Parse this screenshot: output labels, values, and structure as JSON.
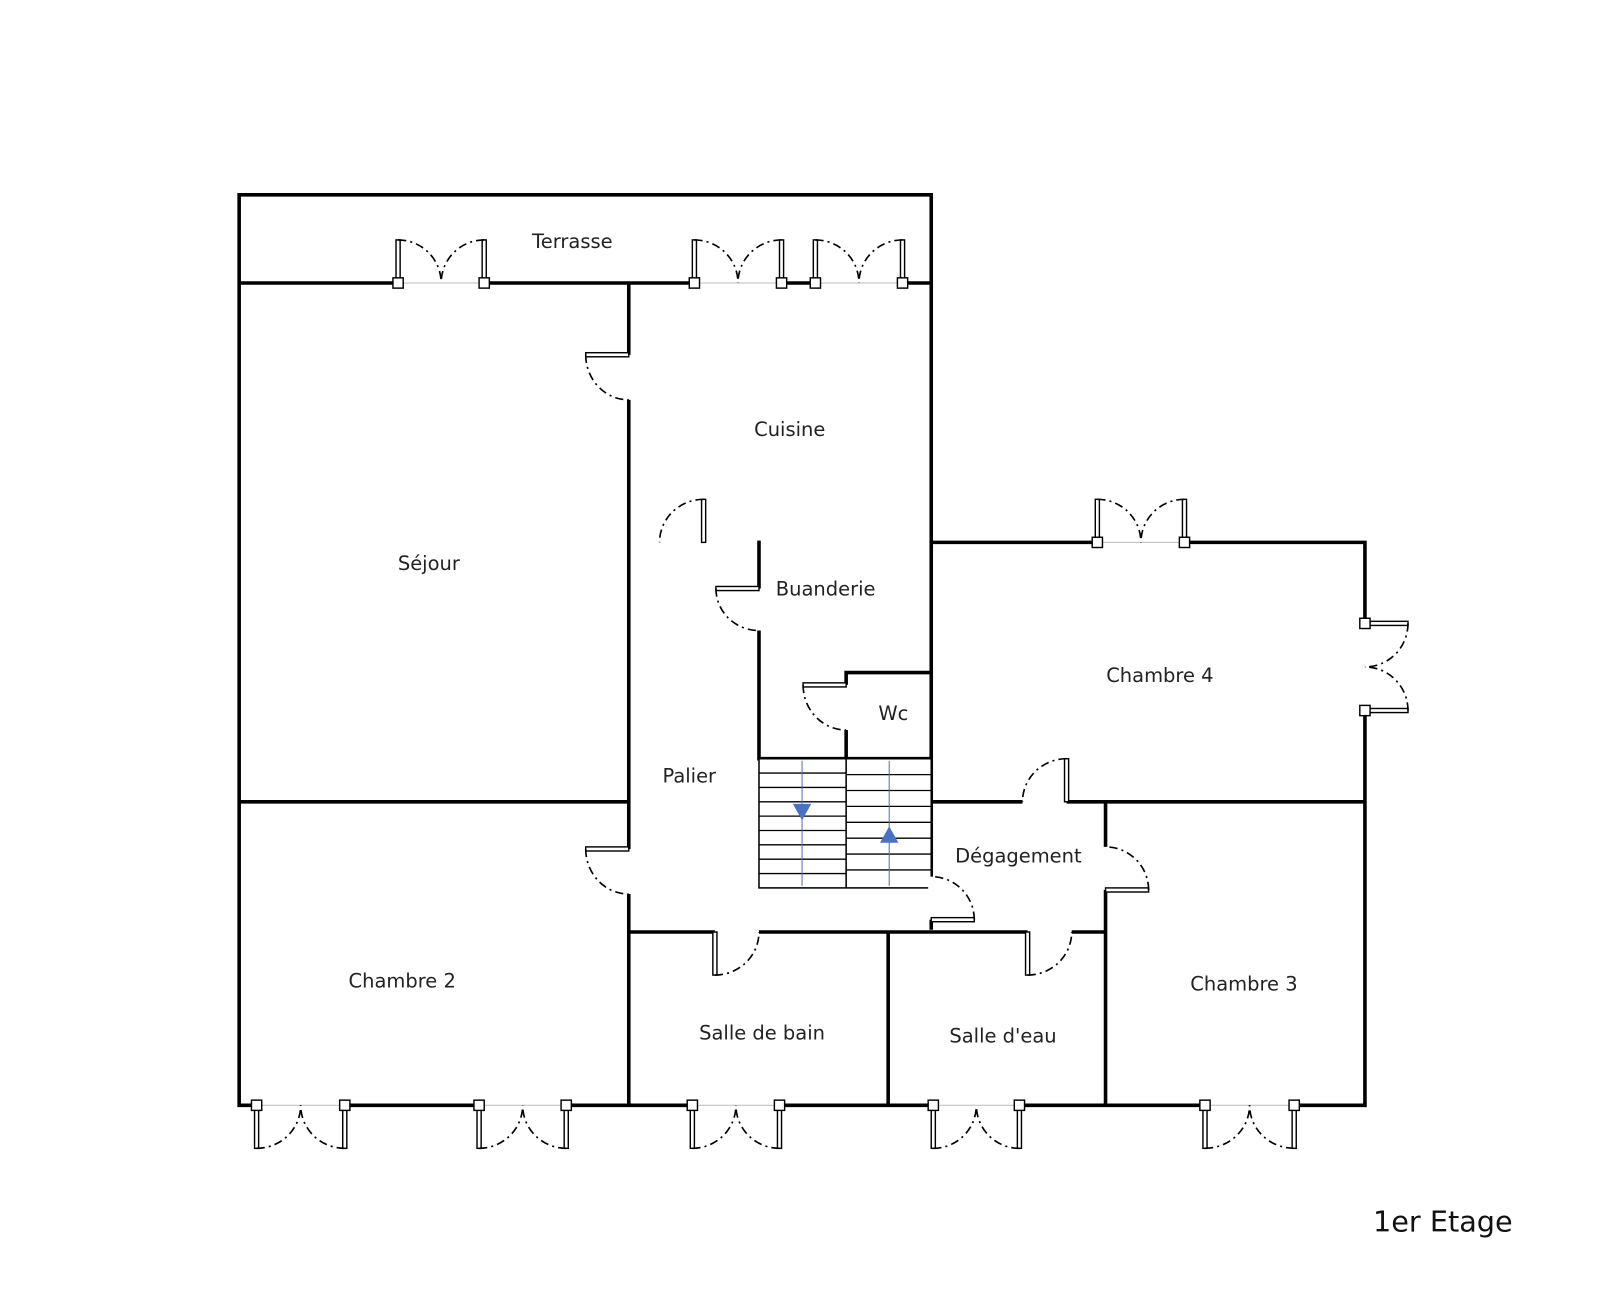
{
  "plan": {
    "title": "1er Etage",
    "stair_arrow_color": "#4a72c4",
    "rooms": {
      "terrasse": "Terrasse",
      "cuisine": "Cuisine",
      "sejour": "Séjour",
      "buanderie": "Buanderie",
      "chambre4": "Chambre 4",
      "wc": "Wc",
      "palier": "Palier",
      "degagement": "Dégagement",
      "chambre2": "Chambre 2",
      "chambre3": "Chambre 3",
      "salle_de_bain": "Salle de bain",
      "salle_deau": "Salle d'eau"
    }
  }
}
